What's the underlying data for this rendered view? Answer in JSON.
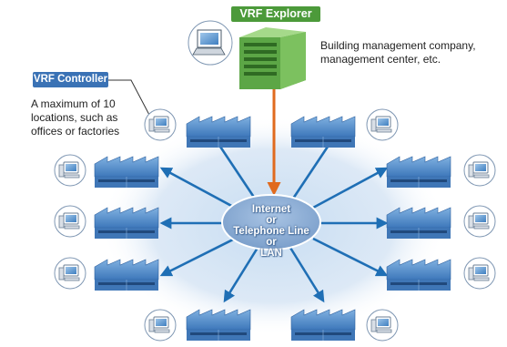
{
  "labels": {
    "explorer": "VRF Explorer",
    "controller": "VRF Controller"
  },
  "notes": {
    "building": [
      "Building management company,",
      "management center, etc."
    ],
    "locations": [
      "A maximum of 10",
      "locations, such as",
      "offices or factories"
    ]
  },
  "network": [
    "Internet",
    "or",
    "Telephone Line",
    "or",
    "LAN"
  ],
  "colors": {
    "explorer_label": "#4c9a3a",
    "controller_label": "#3a72b5",
    "arrow_blue": "#1f6fb5",
    "arrow_orange": "#e06a1e",
    "building_green": "#6ab04c",
    "factory_blue": "#4d86c6",
    "cloud": "#c9dff2"
  },
  "icons": {
    "explorer_node": "laptop-icon",
    "hq_node": "office-building-icon",
    "site_nodes": [
      "computer-icon",
      "factory-icon"
    ]
  }
}
